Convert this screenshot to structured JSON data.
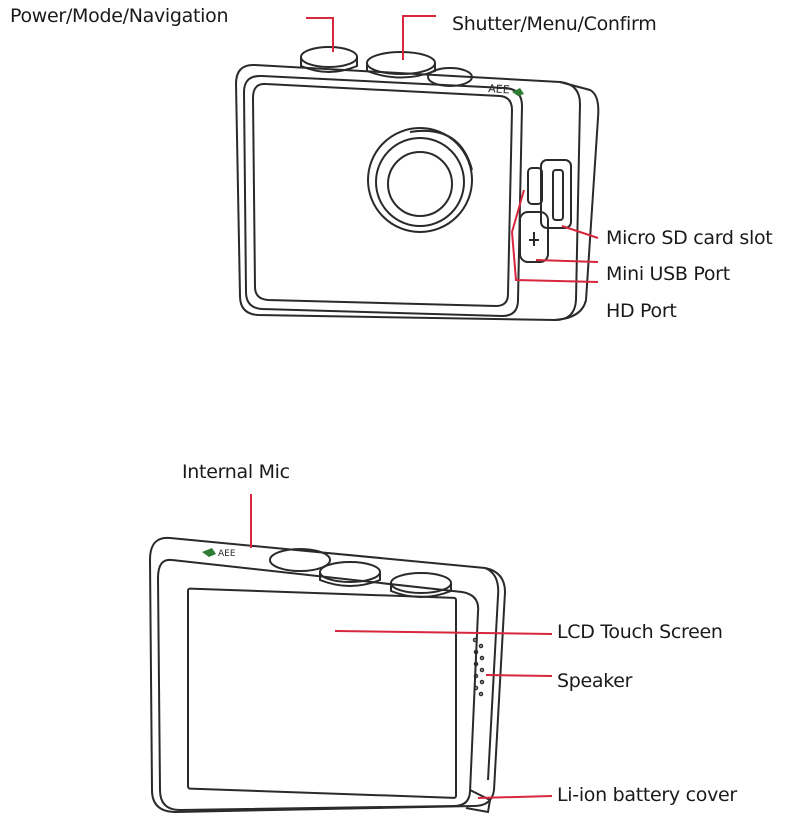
{
  "front_view": {
    "labels": {
      "power_mode_navigation": "Power/Mode/Navigation",
      "shutter_menu_confirm": "Shutter/Menu/Confirm",
      "micro_sd_card_slot": "Micro SD card slot",
      "mini_usb_port": "Mini USB Port",
      "hd_port": "HD Port"
    }
  },
  "back_view": {
    "labels": {
      "internal_mic": "Internal Mic",
      "lcd_touch_screen": "LCD Touch Screen",
      "speaker": "Speaker",
      "li_ion_battery_cover": "Li-ion battery cover"
    }
  },
  "colors": {
    "leader_line": "#d7263d",
    "outline": "#2a2a2a",
    "logo": "#2f7d32"
  }
}
